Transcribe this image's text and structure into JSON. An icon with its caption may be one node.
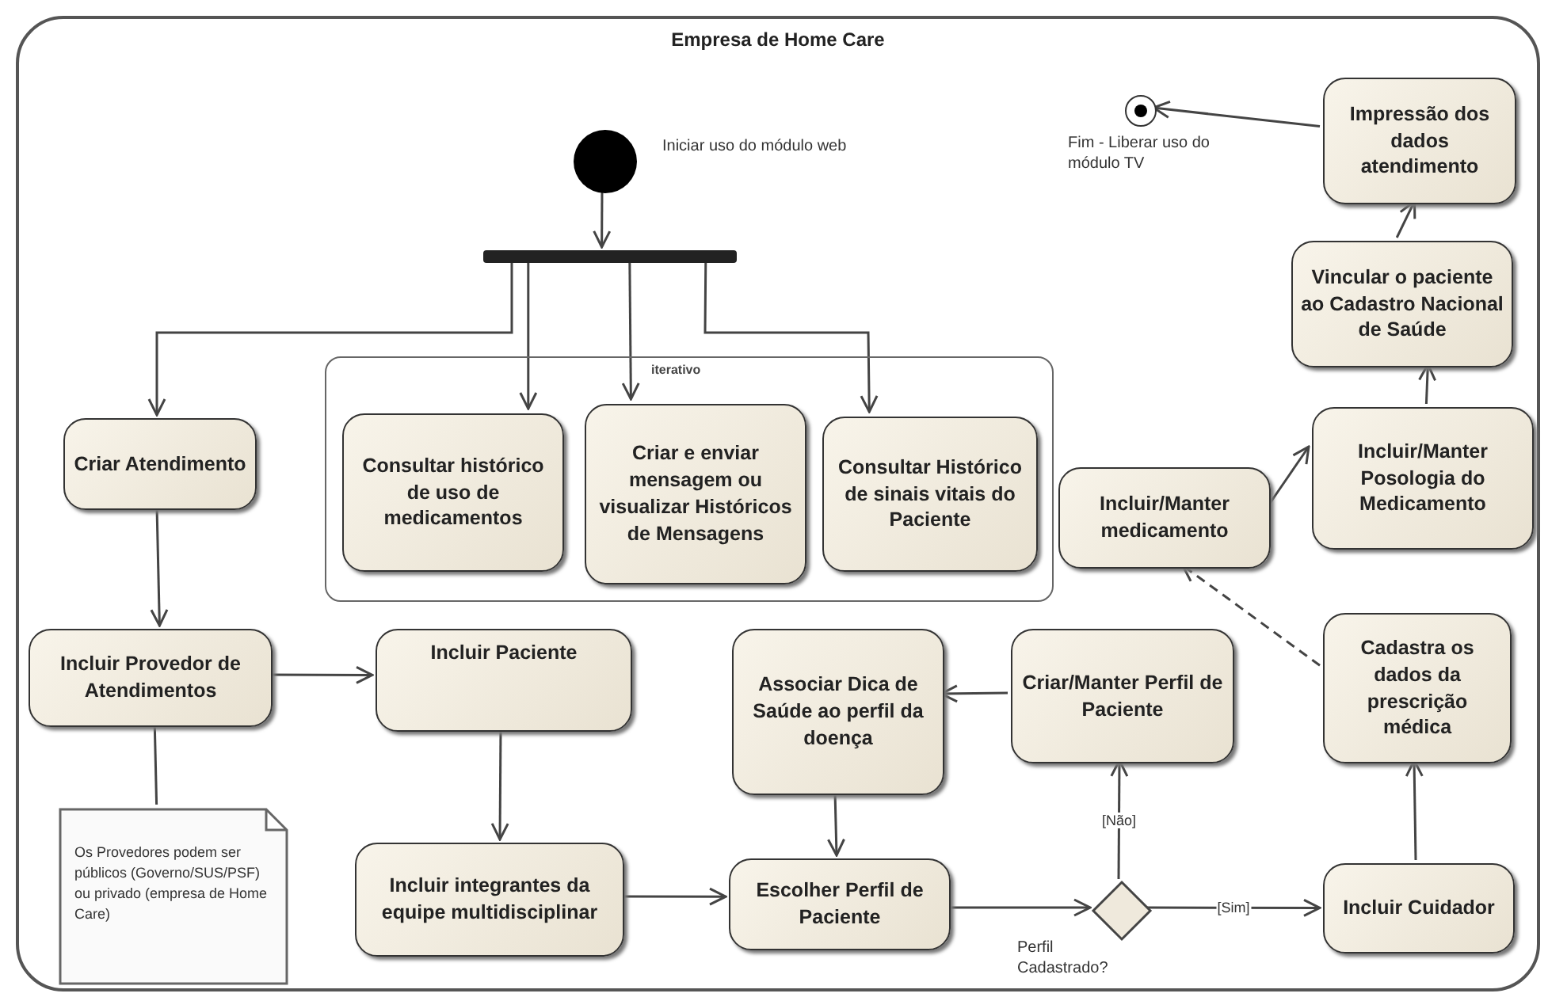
{
  "diagram": {
    "nodes": [
      {
        "text": [
          "Empresa de Home Care"
        ]
      },
      {
        "text": [],
        "shape": "circle",
        "in": 0,
        "beside": [
          "Iniciar uso do módulo web"
        ]
      },
      {
        "text": [],
        "shape": "bar",
        "in": 0
      },
      {
        "text": [
          "Criar Atendimento"
        ],
        "in": 0
      },
      {
        "text": [
          "iterativo"
        ],
        "in": 0
      },
      {
        "text": [
          "Consultar histórico de uso de medicamentos"
        ],
        "in": 4
      },
      {
        "text": [
          "Criar e enviar mensagem ou visualizar Históricos de Mensagens"
        ],
        "in": 4
      },
      {
        "text": [
          "Consultar Histórico de sinais vitais do Paciente"
        ],
        "in": 4
      },
      {
        "text": [
          "Incluir Provedor de Atendimentos"
        ],
        "in": 0
      },
      {
        "text": [
          "Os Provedores podem ser públicos (Governo/SUS/PSF) ou privado (empresa de Home Care)"
        ],
        "in": 0
      },
      {
        "text": [
          "Incluir Paciente"
        ],
        "in": 0
      },
      {
        "text": [
          "Incluir integrantes da equipe multidisciplinar"
        ],
        "in": 0
      },
      {
        "text": [
          "Escolher Perfil de Paciente"
        ],
        "in": 0
      },
      {
        "text": [],
        "shape": "diamond",
        "in": 0,
        "beside": [
          "Perfil Cadastrado?"
        ]
      },
      {
        "text": [
          "Criar/Manter Perfil de Paciente"
        ],
        "in": 0
      },
      {
        "text": [
          "Associar Dica de Saúde ao perfil da doença"
        ],
        "in": 0
      },
      {
        "text": [
          "Incluir Cuidador"
        ],
        "in": 0
      },
      {
        "text": [
          "Cadastra os dados da prescrição médica"
        ],
        "in": 0
      },
      {
        "text": [
          "Incluir/Manter medicamento"
        ],
        "in": 0
      },
      {
        "text": [
          "Incluir/Manter Posologia do Medicamento"
        ],
        "in": 0
      },
      {
        "text": [
          "Vincular o paciente ao Cadastro Nacional de Saúde"
        ],
        "in": 0
      },
      {
        "text": [
          "Impressão dos dados atendimento"
        ],
        "in": 0
      },
      {
        "text": [],
        "shape": "bullseye",
        "in": 0,
        "beside": [
          "Fim - Liberar uso do módulo TV"
        ]
      }
    ],
    "edges": [
      {
        "from": 1,
        "to": 2,
        "arrow": "to"
      },
      {
        "from": 2,
        "to": 3,
        "arrow": "to"
      },
      {
        "from": 2,
        "to": 5,
        "arrow": "to"
      },
      {
        "from": 2,
        "to": 6,
        "arrow": "to"
      },
      {
        "from": 2,
        "to": 7,
        "arrow": "to"
      },
      {
        "from": 3,
        "to": 8,
        "arrow": "to"
      },
      {
        "from": 8,
        "to": 10,
        "arrow": "to"
      },
      {
        "from": 8,
        "to": 9,
        "arrow": "none"
      },
      {
        "from": 10,
        "to": 11,
        "arrow": "to"
      },
      {
        "from": 11,
        "to": 12,
        "arrow": "to"
      },
      {
        "from": 15,
        "to": 12,
        "arrow": "to"
      },
      {
        "from": 12,
        "to": 13,
        "arrow": "to"
      },
      {
        "from": 13,
        "to": 14,
        "arrow": "to",
        "label": "[Não]"
      },
      {
        "from": 14,
        "to": 15,
        "arrow": "to"
      },
      {
        "from": 13,
        "to": 16,
        "arrow": "to",
        "label": "[Sim]"
      },
      {
        "from": 16,
        "to": 17,
        "arrow": "to"
      },
      {
        "from": 17,
        "to": 18,
        "arrow": "to",
        "style": "dashed"
      },
      {
        "from": 18,
        "to": 19,
        "arrow": "to"
      },
      {
        "from": 19,
        "to": 20,
        "arrow": "to"
      },
      {
        "from": 20,
        "to": 21,
        "arrow": "to"
      },
      {
        "from": 21,
        "to": 22,
        "arrow": "to"
      }
    ]
  }
}
